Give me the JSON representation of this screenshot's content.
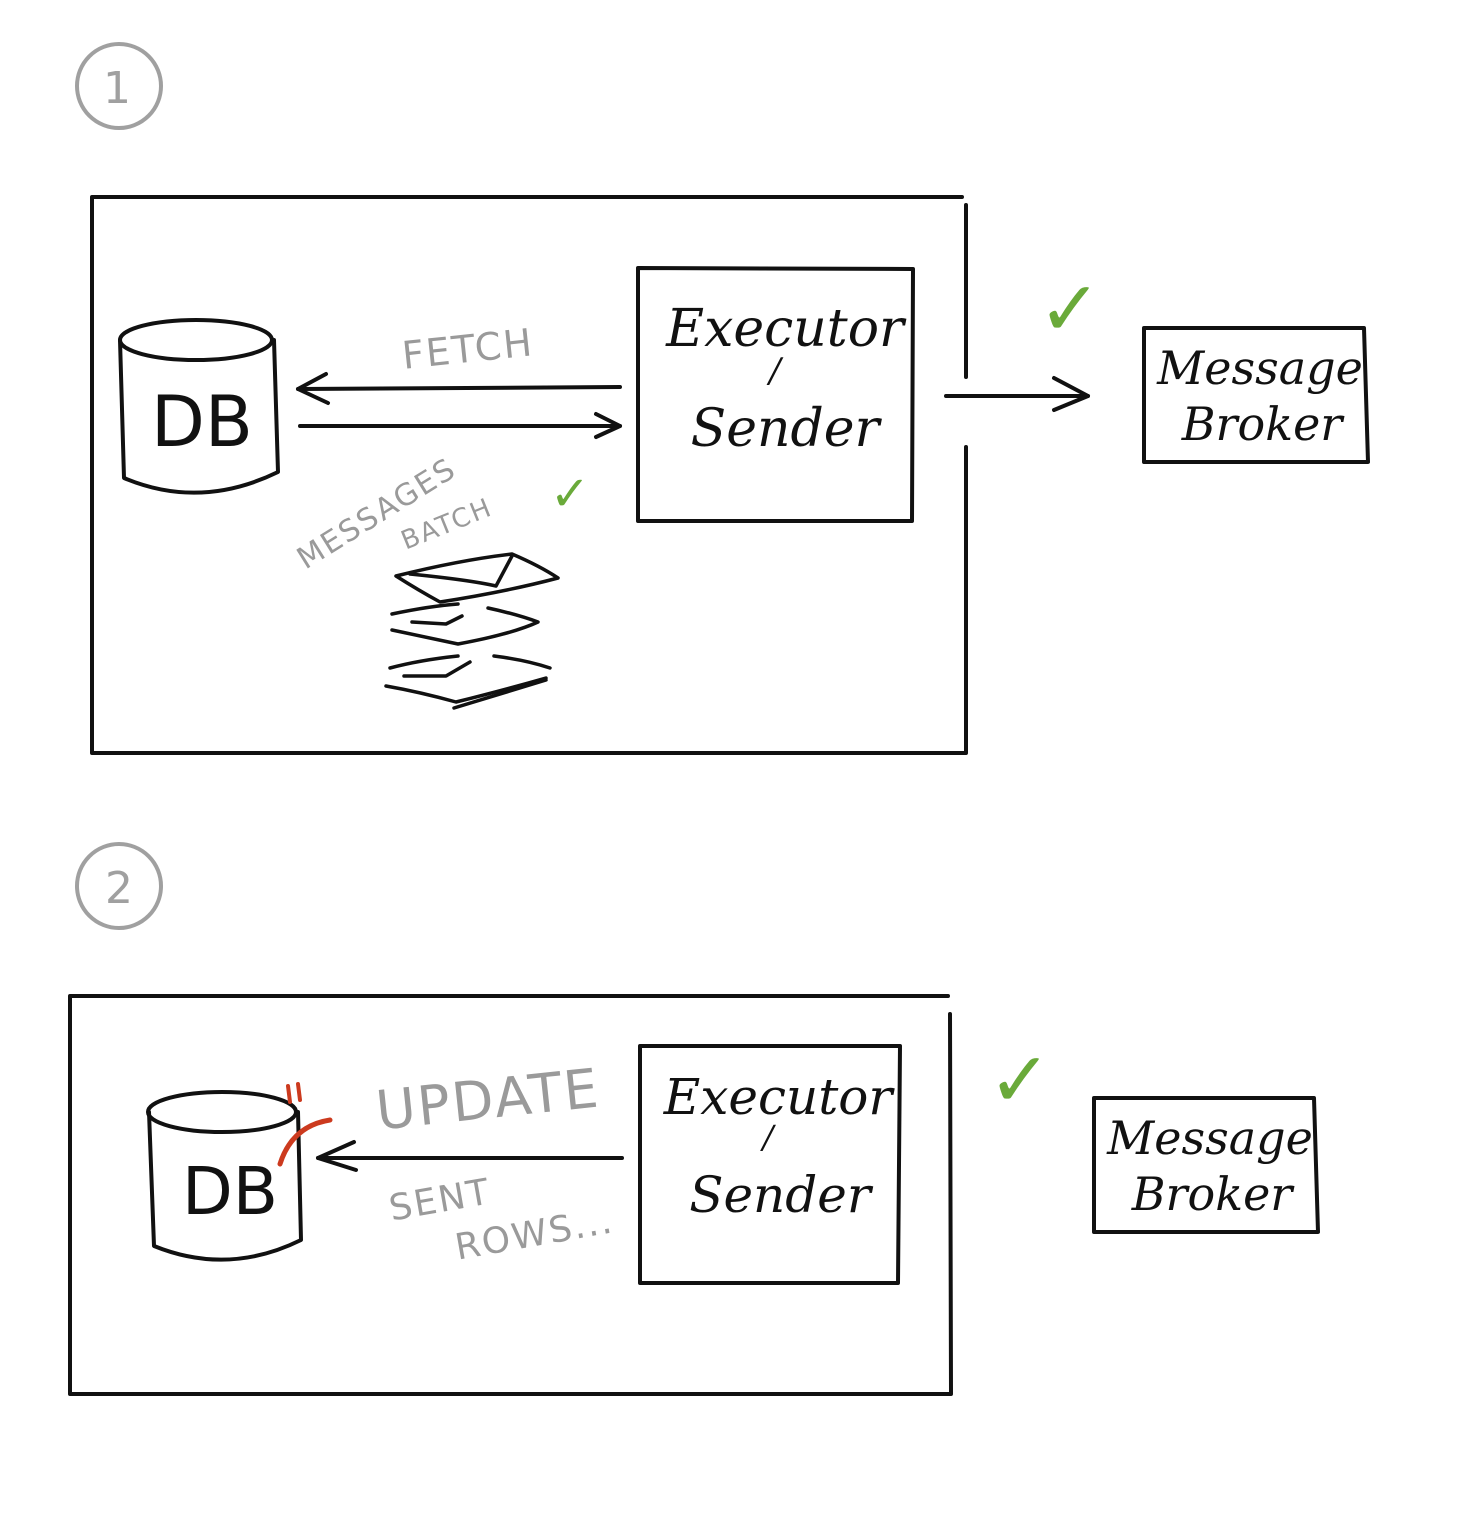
{
  "colors": {
    "ink": "#111111",
    "annotation_grey": "#9a9a9a",
    "step_circle_grey": "#a0a0a0",
    "check_green": "#6aaa3a",
    "highlight_red": "#cc3a1e"
  },
  "step1": {
    "number": "1",
    "db_label": "DB",
    "fetch_label": "FETCH",
    "executor_line1": "Executor",
    "executor_sep": "/",
    "executor_line2": "Sender",
    "messages_label": "MESSAGES",
    "batch_label": "BATCH",
    "batch_check": "✓",
    "broker_check": "✓",
    "broker_line1": "Message",
    "broker_line2": "Broker"
  },
  "step2": {
    "number": "2",
    "db_label": "DB",
    "update_label": "UPDATE",
    "sent_label": "SENT",
    "rows_label": "ROWS...",
    "executor_line1": "Executor",
    "executor_sep": "/",
    "executor_line2": "Sender",
    "broker_check": "✓",
    "broker_line1": "Message",
    "broker_line2": "Broker"
  },
  "icons": {
    "db": "database-cylinder-icon",
    "batch": "envelope-stack-icon",
    "check": "check-mark-icon"
  }
}
